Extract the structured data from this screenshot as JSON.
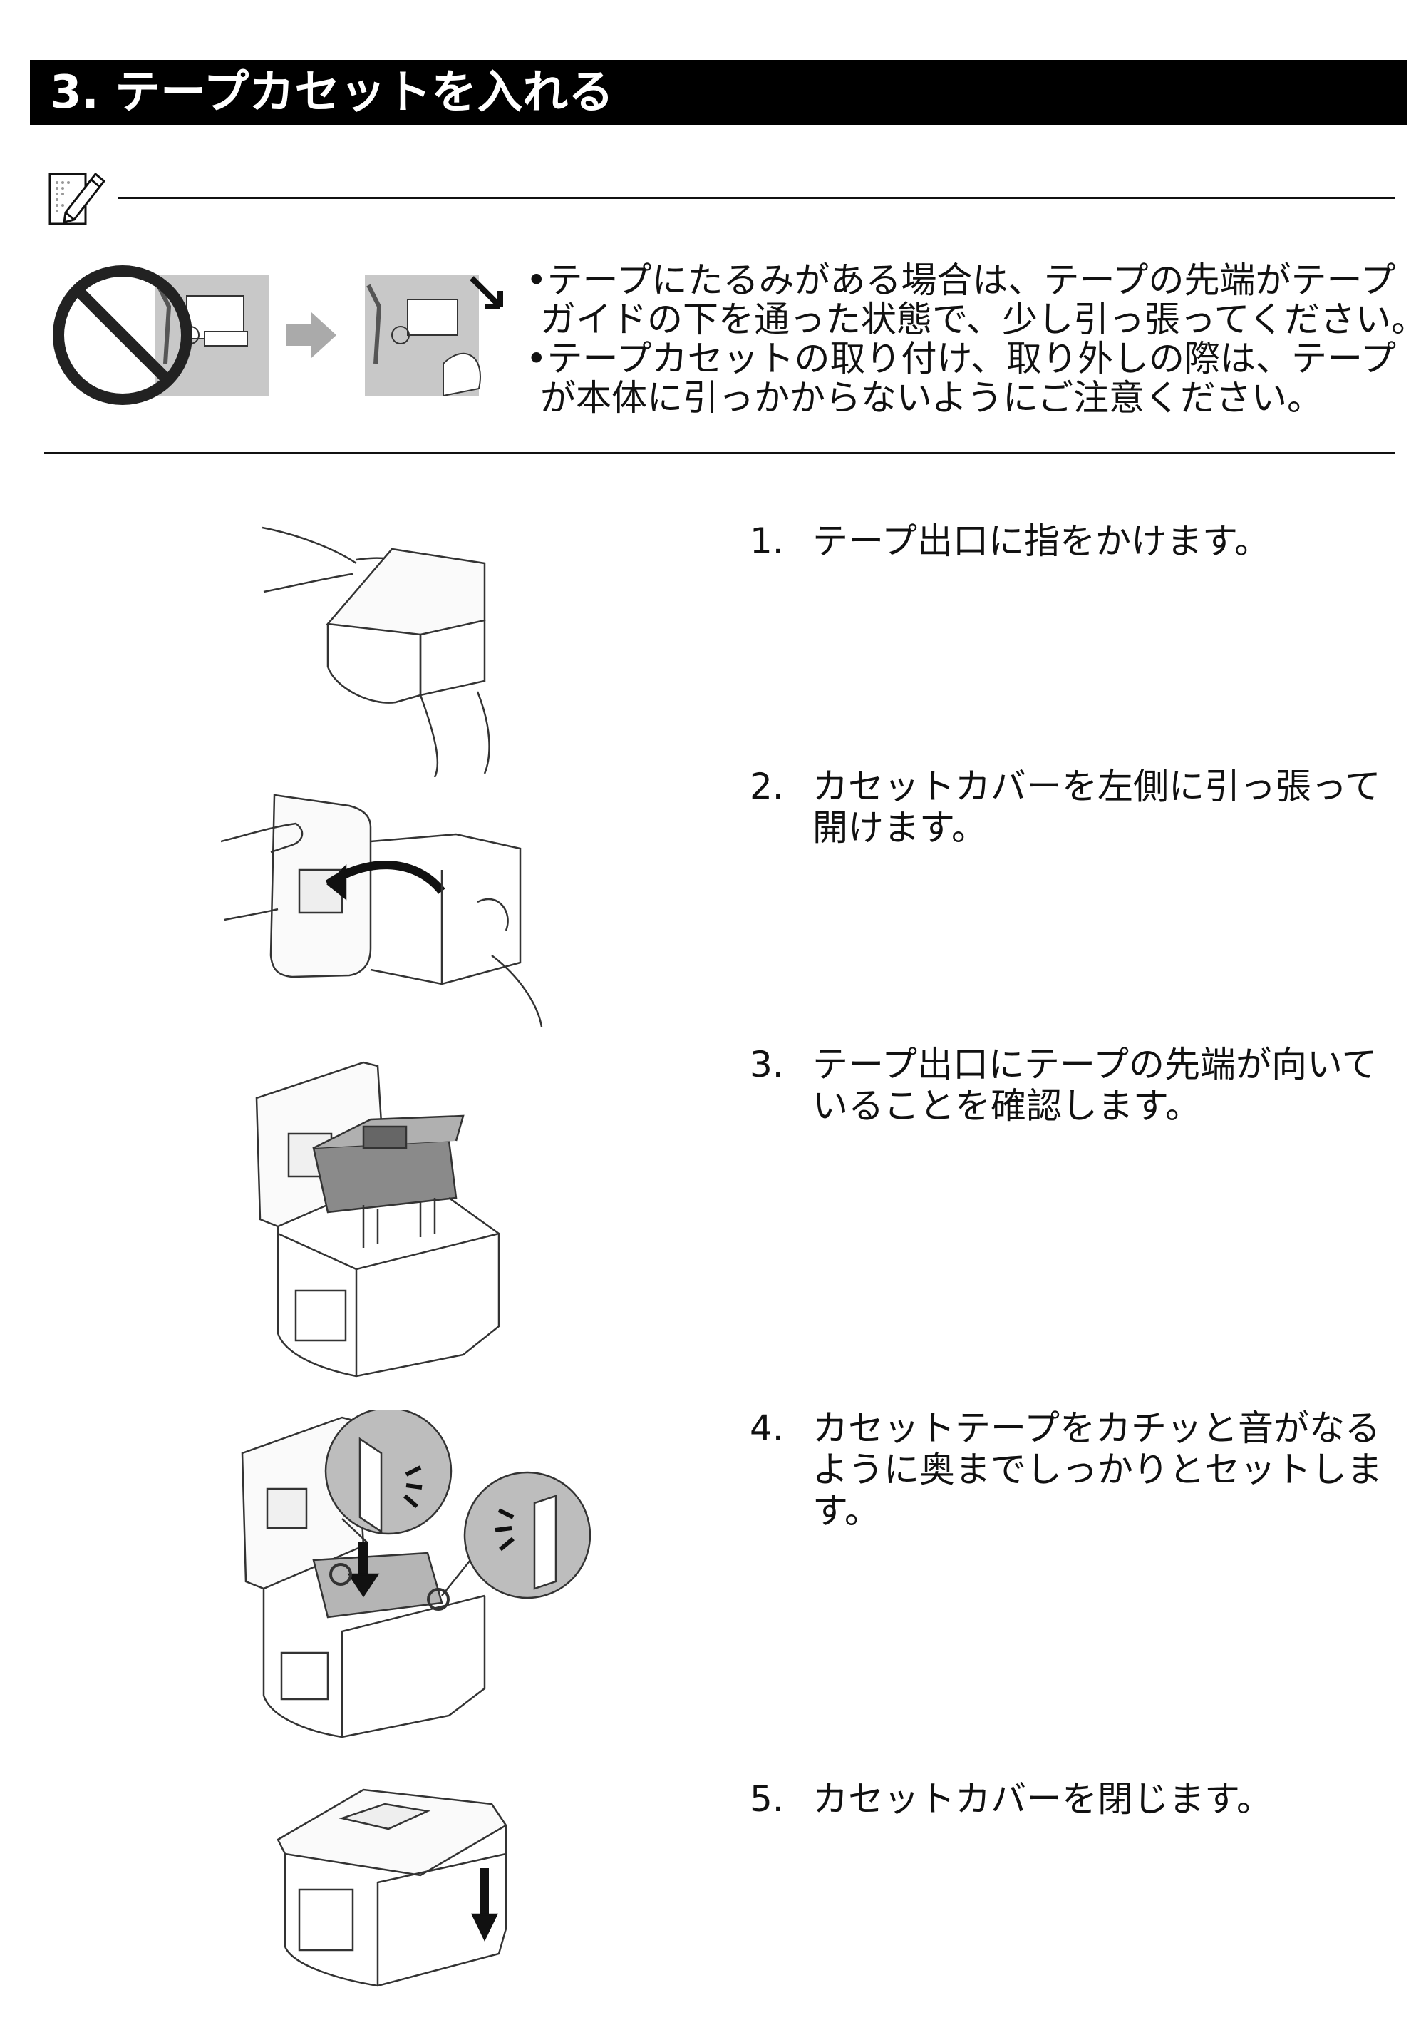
{
  "section": {
    "title": "3. テープカセットを入れる"
  },
  "note": {
    "icon": "memo-pencil-icon",
    "lines": [
      "•テープにたるみがある場合は、テープの先端がテープ",
      "ガイドの下を通った状態で、少し引っ張ってください。",
      "•テープカセットの取り付け、取り外しの際は、テープ",
      "が本体に引っかからないようにご注意ください。"
    ]
  },
  "steps": [
    {
      "number": "1.",
      "lines": [
        "テープ出口に指をかけます。"
      ]
    },
    {
      "number": "2.",
      "lines": [
        "カセットカバーを左側に引っ張って",
        "開けます。"
      ]
    },
    {
      "number": "3.",
      "lines": [
        "テープ出口にテープの先端が向いて",
        "いることを確認します。"
      ]
    },
    {
      "number": "4.",
      "lines": [
        "カセットテープをカチッと音がなる",
        "ように奥までしっかりとセットしま",
        "す。"
      ]
    },
    {
      "number": "5.",
      "lines": [
        "カセットカバーを閉じます。"
      ]
    }
  ]
}
